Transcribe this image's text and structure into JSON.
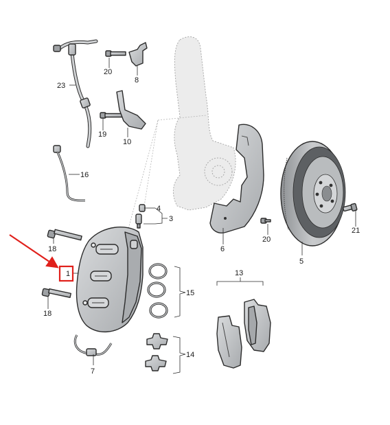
{
  "colors": {
    "part_fill": "#c8cacc",
    "part_shade": "#9ea1a4",
    "ghost_fill": "#ececec",
    "highlight": "#e0201b"
  },
  "labels": {
    "p1": "1",
    "p3": "3",
    "p4": "4",
    "p5": "5",
    "p6": "6",
    "p7": "7",
    "p8": "8",
    "p10": "10",
    "p13": "13",
    "p14": "14",
    "p15": "15",
    "p16": "16",
    "p18a": "18",
    "p18b": "18",
    "p19": "19",
    "p20a": "20",
    "p20b": "20",
    "p21": "21",
    "p23": "23"
  },
  "highlight_target": "1"
}
